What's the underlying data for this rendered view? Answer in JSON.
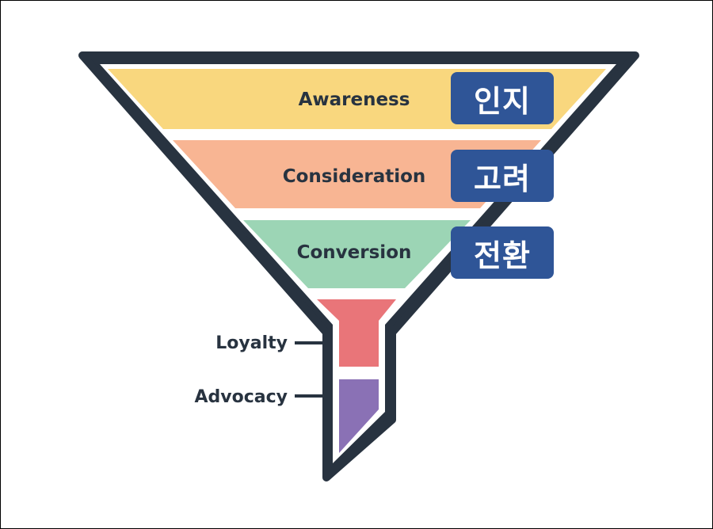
{
  "funnel": {
    "stages": [
      {
        "label": "Awareness",
        "badge": "인지",
        "color": "#f9d77e"
      },
      {
        "label": "Consideration",
        "badge": "고려",
        "color": "#f8b593"
      },
      {
        "label": "Conversion",
        "badge": "전환",
        "color": "#9cd5b5"
      }
    ],
    "neck": [
      {
        "label": "Loyalty",
        "color": "#e97579"
      },
      {
        "label": "Advocacy",
        "color": "#8a71b5"
      }
    ],
    "outline_color": "#283340",
    "badge_color": "#2f5597"
  }
}
